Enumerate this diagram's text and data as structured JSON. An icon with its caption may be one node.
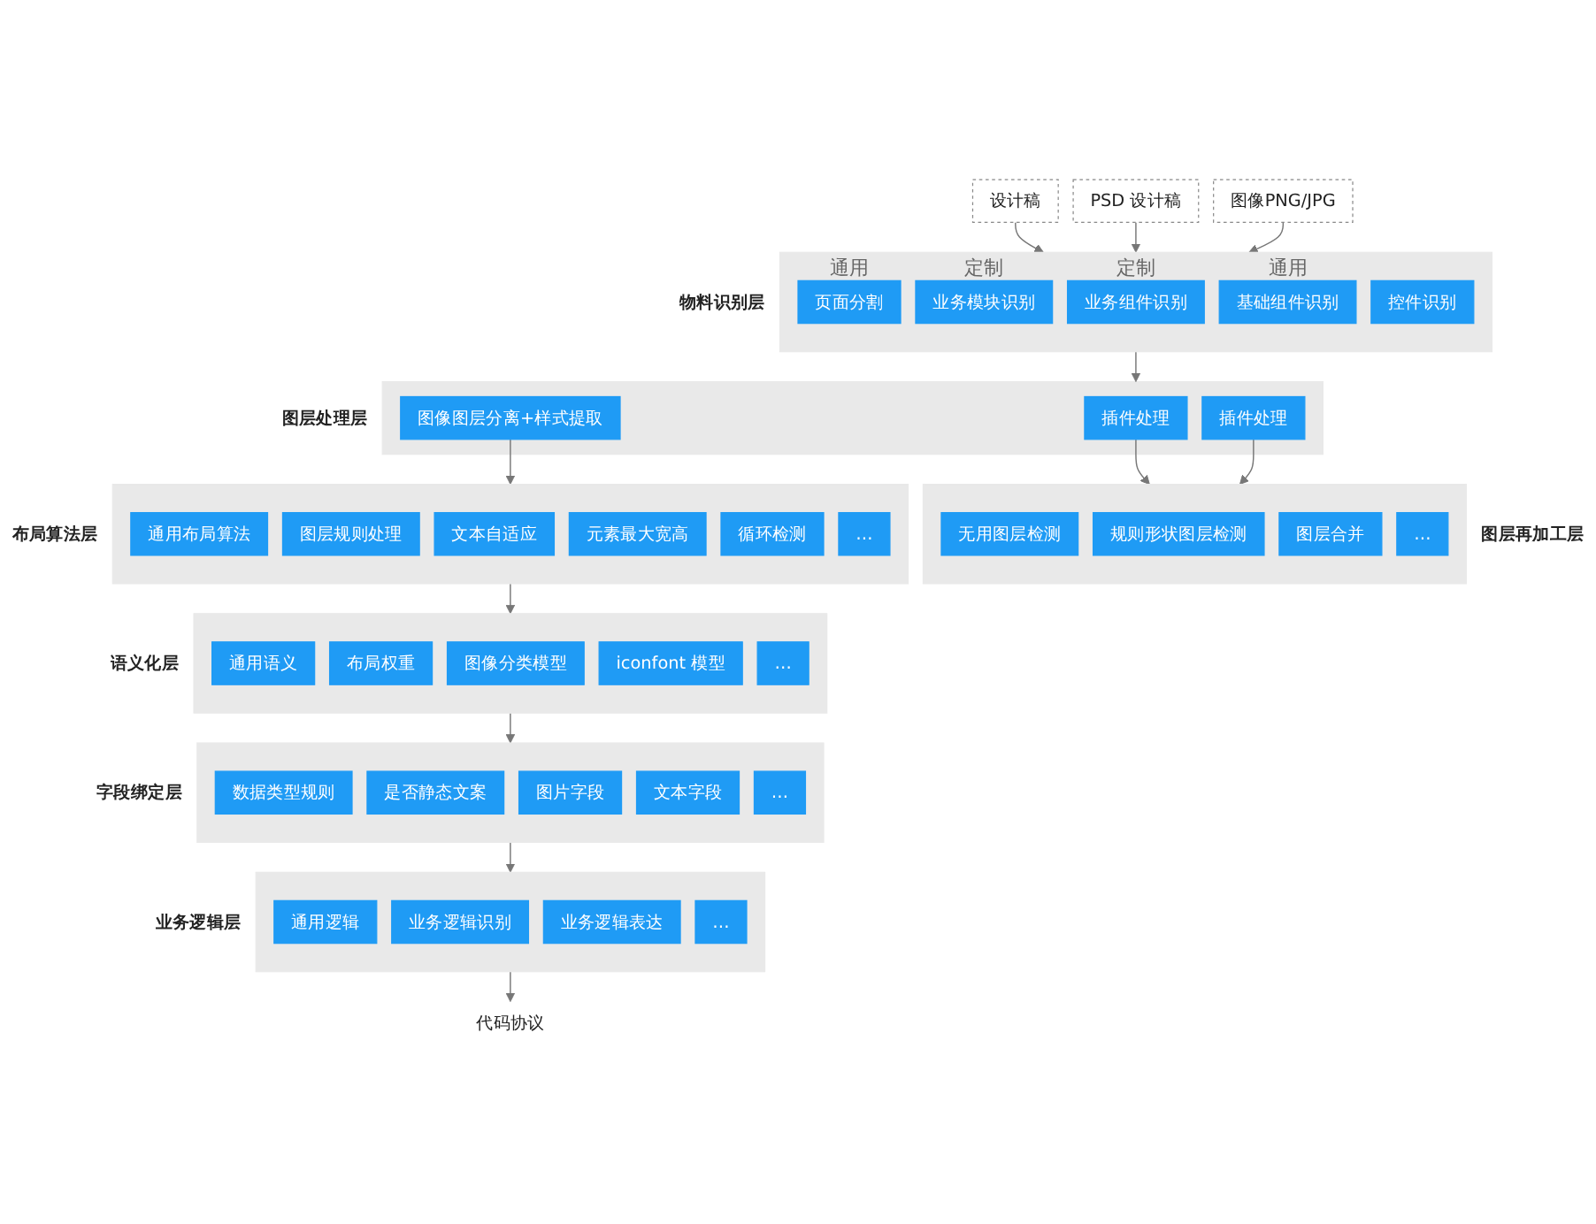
{
  "diagram": {
    "nodes": [
      {
        "text": [
          "设计稿"
        ]
      },
      {
        "text": [
          "PSD 设计稿"
        ]
      },
      {
        "text": [
          "图像PNG/JPG"
        ]
      },
      {
        "text": [
          "物料识别层"
        ]
      },
      {
        "text": [
          "页面分割"
        ],
        "in": 3,
        "beside": [
          "通用"
        ]
      },
      {
        "text": [
          "业务模块识别"
        ],
        "in": 3,
        "beside": [
          "定制"
        ]
      },
      {
        "text": [
          "业务组件识别"
        ],
        "in": 3,
        "beside": [
          "定制"
        ]
      },
      {
        "text": [
          "基础组件识别"
        ],
        "in": 3,
        "beside": [
          "通用"
        ]
      },
      {
        "text": [
          "控件识别"
        ],
        "in": 3
      },
      {
        "text": [
          "图层处理层"
        ]
      },
      {
        "text": [
          "插件处理"
        ],
        "in": 9
      },
      {
        "text": [
          "插件处理"
        ],
        "in": 9
      },
      {
        "text": [
          "图像图层分离+样式提取"
        ],
        "in": 9
      },
      {
        "text": [
          "图层再加工层"
        ]
      },
      {
        "text": [
          "无用图层检测"
        ],
        "in": 13
      },
      {
        "text": [
          "规则形状图层检测"
        ],
        "in": 13
      },
      {
        "text": [
          "图层合并"
        ],
        "in": 13
      },
      {
        "text": [
          "…"
        ],
        "in": 13
      },
      {
        "text": [
          "布局算法层"
        ]
      },
      {
        "text": [
          "通用布局算法"
        ],
        "in": 18
      },
      {
        "text": [
          "图层规则处理"
        ],
        "in": 18
      },
      {
        "text": [
          "文本自适应"
        ],
        "in": 18
      },
      {
        "text": [
          "元素最大宽高"
        ],
        "in": 18
      },
      {
        "text": [
          "循环检测"
        ],
        "in": 18
      },
      {
        "text": [
          "…"
        ],
        "in": 18
      },
      {
        "text": [
          "语义化层"
        ]
      },
      {
        "text": [
          "通用语义"
        ],
        "in": 25
      },
      {
        "text": [
          "布局权重"
        ],
        "in": 25
      },
      {
        "text": [
          "图像分类模型"
        ],
        "in": 25
      },
      {
        "text": [
          "iconfont 模型"
        ],
        "in": 25
      },
      {
        "text": [
          "…"
        ],
        "in": 25
      },
      {
        "text": [
          "字段绑定层"
        ]
      },
      {
        "text": [
          "数据类型规则"
        ],
        "in": 31
      },
      {
        "text": [
          "是否静态文案"
        ],
        "in": 31
      },
      {
        "text": [
          "图片字段"
        ],
        "in": 31
      },
      {
        "text": [
          "文本字段"
        ],
        "in": 31
      },
      {
        "text": [
          "…"
        ],
        "in": 31
      },
      {
        "text": [
          "业务逻辑层"
        ]
      },
      {
        "text": [
          "通用逻辑"
        ],
        "in": 37
      },
      {
        "text": [
          "业务逻辑识别"
        ],
        "in": 37
      },
      {
        "text": [
          "业务逻辑表达"
        ],
        "in": 37
      },
      {
        "text": [
          "…"
        ],
        "in": 37
      },
      {
        "text": [
          "代码协议"
        ]
      }
    ],
    "edges": [
      {
        "from": 0,
        "to": 3,
        "arrow": "to"
      },
      {
        "from": 1,
        "to": 3,
        "arrow": "to"
      },
      {
        "from": 2,
        "to": 3,
        "arrow": "to"
      },
      {
        "from": 3,
        "to": 9,
        "arrow": "to"
      },
      {
        "from": 10,
        "to": 13,
        "arrow": "to"
      },
      {
        "from": 11,
        "to": 13,
        "arrow": "to"
      },
      {
        "from": 12,
        "to": 18,
        "arrow": "to"
      },
      {
        "from": 18,
        "to": 25,
        "arrow": "to"
      },
      {
        "from": 25,
        "to": 31,
        "arrow": "to"
      },
      {
        "from": 31,
        "to": 37,
        "arrow": "to"
      },
      {
        "from": 37,
        "to": 42,
        "arrow": "to"
      }
    ]
  }
}
